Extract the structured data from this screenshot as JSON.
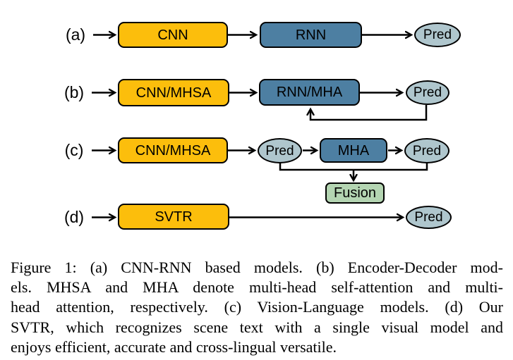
{
  "figure": {
    "colors": {
      "encoder_fill": "#FCBE0C",
      "decoder_fill": "#4D7FA2",
      "pred_fill": "#AFC6CD",
      "fusion_fill": "#B4D5B2",
      "stroke": "#000000",
      "background": "#FFFFFF"
    },
    "rows": {
      "a": {
        "label": "(a)",
        "encoder": "CNN",
        "decoder": "RNN",
        "pred": "Pred"
      },
      "b": {
        "label": "(b)",
        "encoder": "CNN/MHSA",
        "decoder": "RNN/MHA",
        "pred": "Pred"
      },
      "c": {
        "label": "(c)",
        "encoder": "CNN/MHSA",
        "pred1": "Pred",
        "decoder": "MHA",
        "pred2": "Pred",
        "fusion": "Fusion"
      },
      "d": {
        "label": "(d)",
        "encoder": "SVTR",
        "pred": "Pred"
      }
    }
  },
  "caption": {
    "lines": [
      "Figure 1: (a) CNN-RNN based models. (b) Encoder-Decoder mod-",
      "els. MHSA and MHA denote multi-head self-attention and multi-",
      "head attention, respectively. (c) Vision-Language models. (d) Our",
      "SVTR, which recognizes scene text with a single visual model and",
      "enjoys efficient, accurate and cross-lingual versatile."
    ]
  }
}
